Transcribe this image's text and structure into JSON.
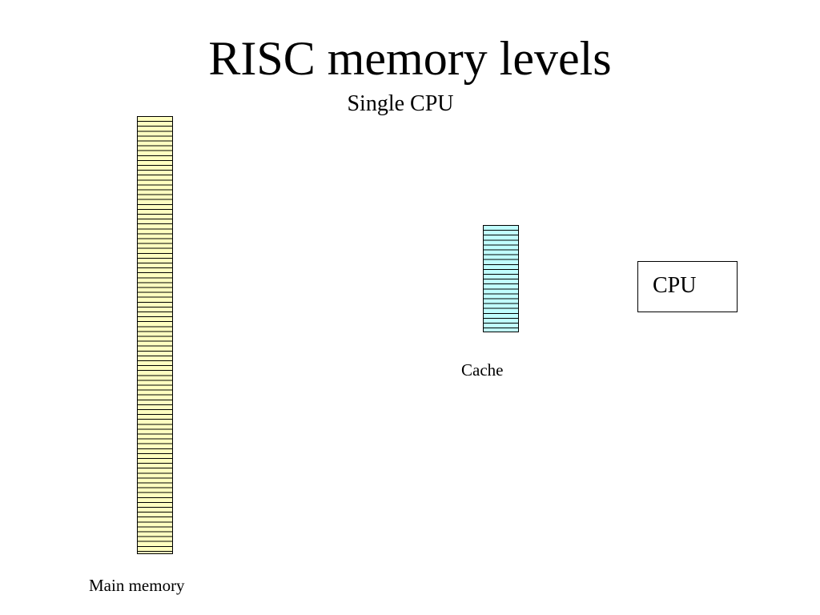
{
  "slide": {
    "title": "RISC memory levels",
    "subtitle": "Single CPU"
  },
  "components": {
    "main_memory": {
      "label": "Main memory",
      "fill_color": "#ffffc0"
    },
    "cache": {
      "label": "Cache",
      "fill_color": "#c0ffff"
    },
    "cpu": {
      "label": "CPU"
    }
  },
  "colors": {
    "background": "#ffffff",
    "line": "#000000"
  }
}
